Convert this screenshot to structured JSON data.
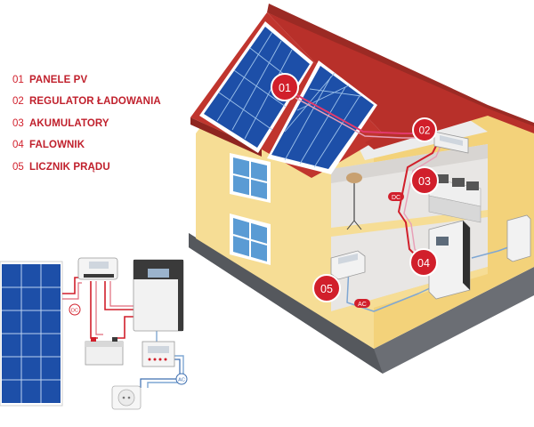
{
  "legend": [
    {
      "num": "01",
      "label": "PANELE PV"
    },
    {
      "num": "02",
      "label": "REGULATOR ŁADOWANIA"
    },
    {
      "num": "03",
      "label": "AKUMULATORY"
    },
    {
      "num": "04",
      "label": "FALOWNIK"
    },
    {
      "num": "05",
      "label": "LICZNIK PRĄDU"
    }
  ],
  "markers": {
    "m01": "01",
    "m02": "02",
    "m03": "03",
    "m04": "04",
    "m05": "05"
  },
  "flow_labels": {
    "dc_house": "DC",
    "ac_house": "AC",
    "dc_schematic": "DC",
    "ac_schematic": "AC"
  },
  "colors": {
    "accent_red": "#d11f2b",
    "wall": "#f6dd95",
    "roof": "#c0352e",
    "panel": "#1d4fa8",
    "ac_line": "#7fa7d3"
  }
}
